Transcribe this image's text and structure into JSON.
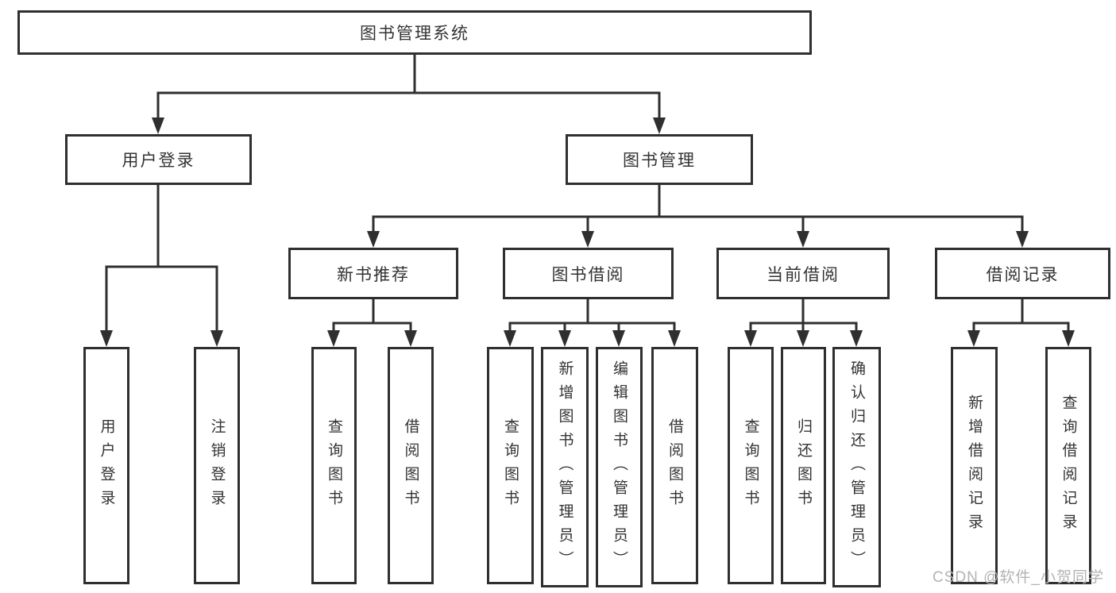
{
  "diagram": {
    "root": {
      "label": "图书管理系统"
    },
    "branches": [
      {
        "label": "用户登录",
        "children": [
          {
            "label": "用户登录"
          },
          {
            "label": "注销登录"
          }
        ]
      },
      {
        "label": "图书管理",
        "sections": [
          {
            "label": "新书推荐",
            "children": [
              {
                "label": "查询图书"
              },
              {
                "label": "借阅图书"
              }
            ]
          },
          {
            "label": "图书借阅",
            "children": [
              {
                "label": "查询图书"
              },
              {
                "label": "新增图书（管理员）"
              },
              {
                "label": "编辑图书（管理员）"
              },
              {
                "label": "借阅图书"
              }
            ]
          },
          {
            "label": "当前借阅",
            "children": [
              {
                "label": "查询图书"
              },
              {
                "label": "归还图书"
              },
              {
                "label": "确认归还（管理员）"
              }
            ]
          },
          {
            "label": "借阅记录",
            "children": [
              {
                "label": "新增借阅记录"
              },
              {
                "label": "查询借阅记录"
              }
            ]
          }
        ]
      }
    ]
  },
  "watermark": {
    "text": "CSDN @软件_小贺同学"
  },
  "colors": {
    "line": "#2f2f2f",
    "text": "#333333",
    "watermark": "#b3b3b3",
    "background": "#ffffff"
  }
}
